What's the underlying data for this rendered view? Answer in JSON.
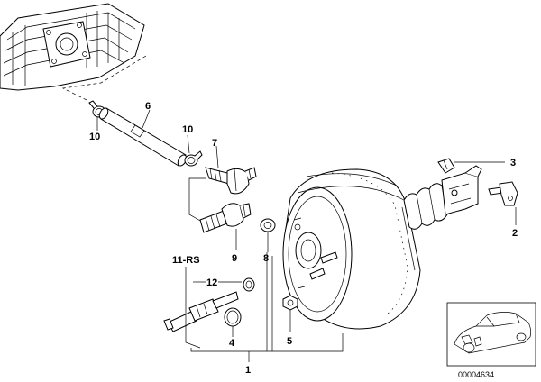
{
  "diagram": {
    "callouts": {
      "c1": "1",
      "c2": "2",
      "c3": "3",
      "c4": "4",
      "c5": "5",
      "c6": "6",
      "c7": "7",
      "c8": "8",
      "c9": "9",
      "c10a": "10",
      "c10b": "10",
      "c11": "11-RS",
      "c12": "12"
    },
    "image_code": "00004634"
  }
}
